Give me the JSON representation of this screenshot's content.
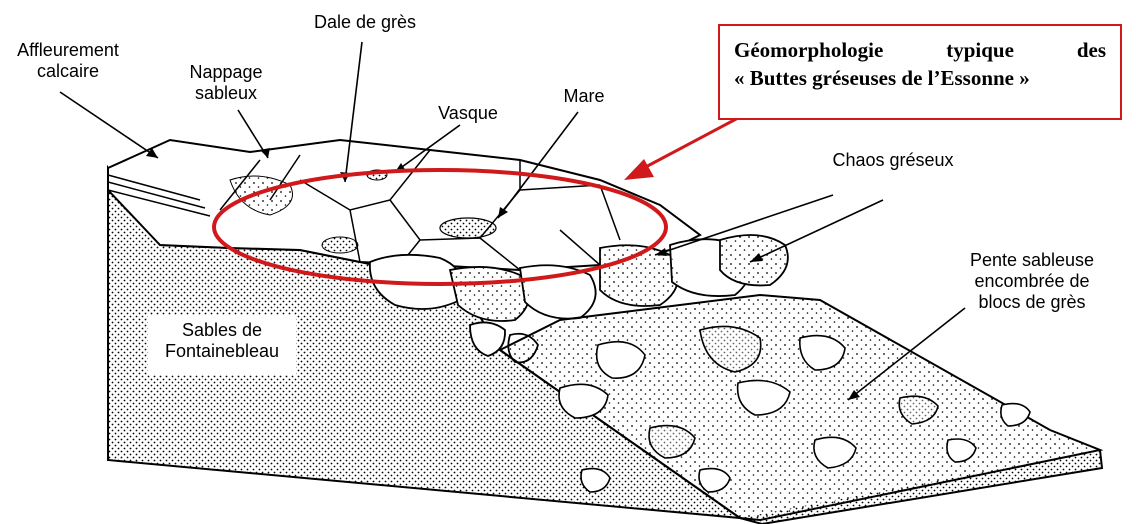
{
  "title": {
    "line1": "Géomorphologie typique des",
    "line2": "« Buttes gréseuses de l’Essonne »"
  },
  "labels": {
    "affleurement": [
      "Affleurement",
      "calcaire"
    ],
    "dalle": "Dale de grès",
    "nappage": [
      "Nappage",
      "sableux"
    ],
    "vasque": "Vasque",
    "mare": "Mare",
    "chaos": "Chaos gréseux",
    "pente": [
      "Pente sableuse",
      "encombrée de",
      "blocs de grès"
    ],
    "sables": [
      "Sables de",
      "Fontainebleau"
    ]
  },
  "colors": {
    "highlight": "#d0191a",
    "ink": "#000000"
  }
}
